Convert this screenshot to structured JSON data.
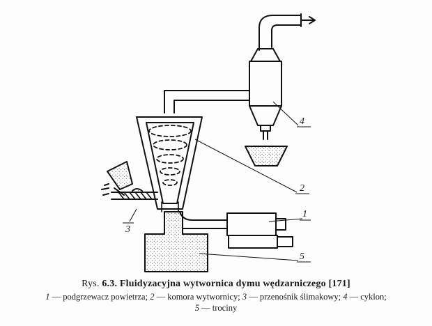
{
  "figure": {
    "label": "Rys.",
    "number": "6.3.",
    "title": "Fluidyzacyjna wytwornica dymu wędzarniczego [171]",
    "callouts": [
      "1",
      "2",
      "3",
      "4",
      "5"
    ],
    "legend_line1": [
      {
        "num": "1",
        "text": " — podgrzewacz powietrza; "
      },
      {
        "num": "2",
        "text": " — komora wytwornicy; "
      },
      {
        "num": "3",
        "text": " — przenośnik ślimakowy; "
      },
      {
        "num": "4",
        "text": " — cyklon;"
      }
    ],
    "legend_line2": [
      {
        "num": "5",
        "text": " — trociny"
      }
    ]
  }
}
